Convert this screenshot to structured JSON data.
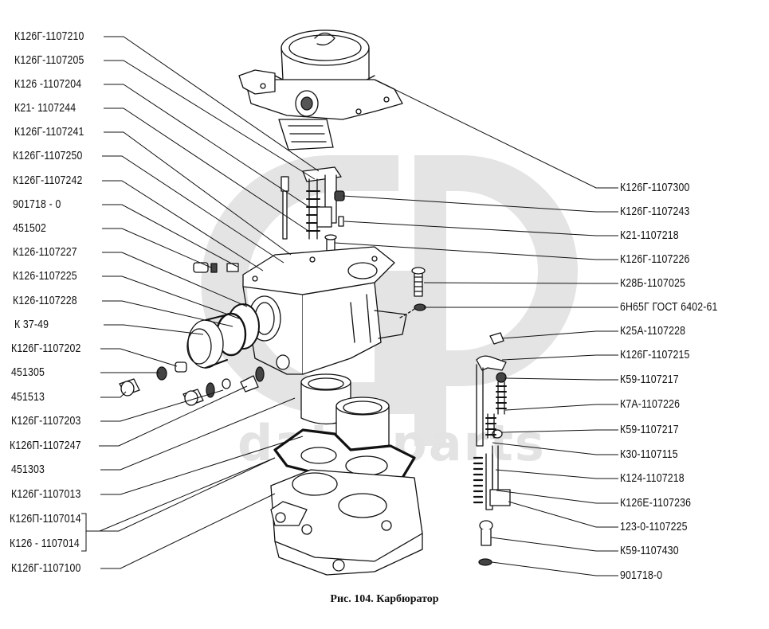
{
  "figure": {
    "caption": "Рис. 104. Карбюратор",
    "watermark": {
      "logo": "dp-logo",
      "text": "data-parts",
      "color": "#e0e0e0"
    },
    "ink_color": "#111111"
  },
  "left_labels": [
    {
      "text": "К126Г-1107210"
    },
    {
      "text": "К126Г-1107205"
    },
    {
      "text": "К126 -1107204"
    },
    {
      "text": "К21- 1107244"
    },
    {
      "text": "К126Г-1107241"
    },
    {
      "text": "К126Г-1107250"
    },
    {
      "text": "К126Г-1107242"
    },
    {
      "text": "901718 - 0"
    },
    {
      "text": "451502"
    },
    {
      "text": "К126-1107227"
    },
    {
      "text": "К126-1107225"
    },
    {
      "text": "К126-1107228"
    },
    {
      "text": "К 37-49"
    },
    {
      "text": "К126Г-1107202"
    },
    {
      "text": "451305"
    },
    {
      "text": "451513"
    },
    {
      "text": "К126Г-1107203"
    },
    {
      "text": "К126П-1107247"
    },
    {
      "text": "451303"
    },
    {
      "text": "К126Г-1107013"
    },
    {
      "text": "К126П-1107014"
    },
    {
      "text": "К126 - 1107014"
    },
    {
      "text": "К126Г-1107100"
    }
  ],
  "right_labels": [
    {
      "text": "К126Г-1107300"
    },
    {
      "text": "К126Г-1107243"
    },
    {
      "text": "К21-1107218"
    },
    {
      "text": "К126Г-1107226"
    },
    {
      "text": "К28Б-1107025"
    },
    {
      "text": "6Н65Г ГОСТ 6402-61"
    },
    {
      "text": "К25А-1107228"
    },
    {
      "text": "К126Г-1107215"
    },
    {
      "text": "К59-1107217"
    },
    {
      "text": "К7А-1107226"
    },
    {
      "text": "К59-1107217"
    },
    {
      "text": "К30-1107115"
    },
    {
      "text": "К124-1107218"
    },
    {
      "text": "К126Е-1107236"
    },
    {
      "text": "123-0-1107225"
    },
    {
      "text": "К59-1107430"
    },
    {
      "text": "901718-0"
    }
  ]
}
